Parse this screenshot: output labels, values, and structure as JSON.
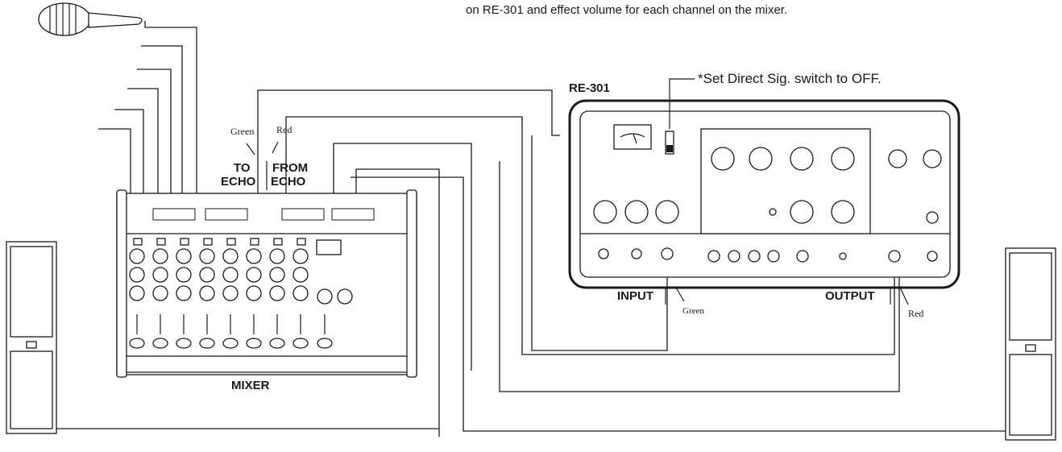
{
  "note": "on RE-301 and effect volume for each channel on the mixer.",
  "re301": {
    "model": "RE-301",
    "switch_note": "*Set Direct Sig. switch to OFF.",
    "input_label": "INPUT",
    "output_label": "OUTPUT"
  },
  "mixer": {
    "label": "MIXER",
    "to_echo": [
      "TO",
      "ECHO"
    ],
    "from_echo": [
      "FROM",
      "ECHO"
    ]
  },
  "cables": {
    "to_echo_color": "Green",
    "from_echo_color": "Red",
    "input_color": "Green",
    "output_color": "Red"
  }
}
